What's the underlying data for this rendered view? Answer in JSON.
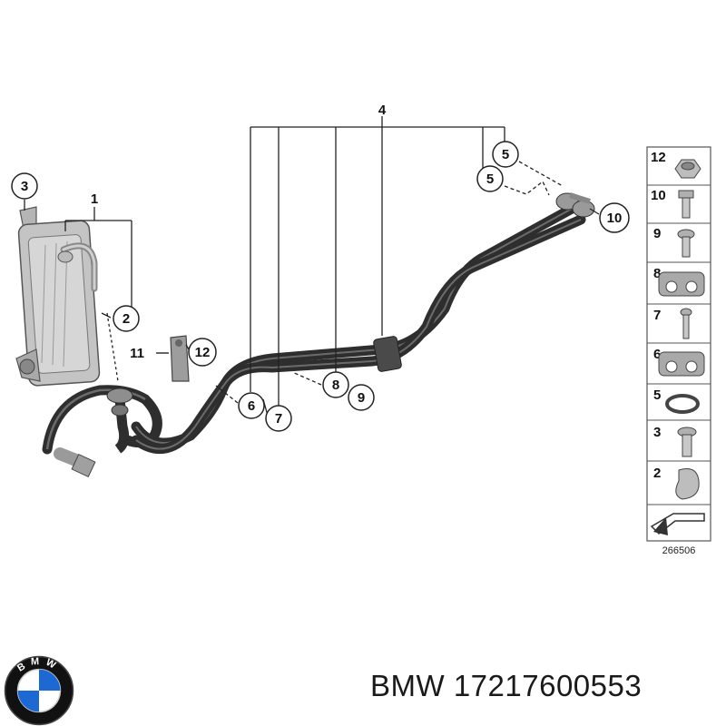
{
  "callouts": {
    "c1": "1",
    "c2": "2",
    "c3": "3",
    "c4": "4",
    "c5a": "5",
    "c5b": "5",
    "c6": "6",
    "c7": "7",
    "c8": "8",
    "c9": "9",
    "c10": "10",
    "c11": "11",
    "c12": "12"
  },
  "legend": {
    "items": [
      "12",
      "10",
      "9",
      "8",
      "7",
      "6",
      "5",
      "3",
      "2"
    ],
    "diagram_number": "266506"
  },
  "caption": {
    "brand": "BMW",
    "part_number": "17217600553"
  },
  "logo": {
    "letters": "BMW",
    "icon": "bmw-roundel-icon",
    "colors": {
      "blue": "#1c69d4",
      "white": "#ffffff",
      "ring": "#111111"
    }
  },
  "colors": {
    "hose": "#2e2e2e",
    "hose_highlight": "#6b6b6b",
    "metal": "#9a9a9a",
    "line": "#222222"
  }
}
